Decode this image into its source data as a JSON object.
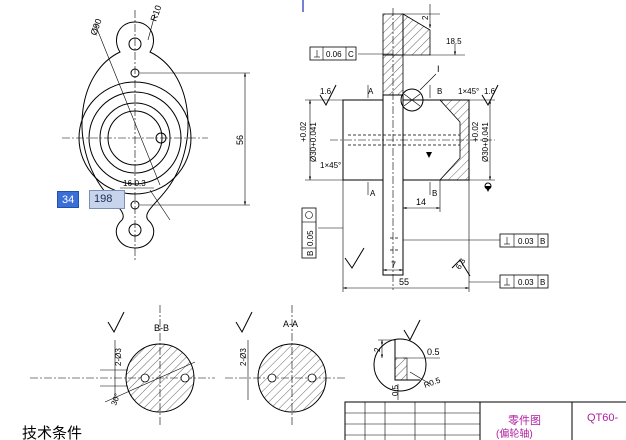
{
  "left_view": {
    "dim_phi": "Ø90",
    "dim_r": "R10",
    "dim_56": "56",
    "dim_holes": "16-0.3"
  },
  "editor": {
    "field_a_value": "34",
    "field_b_value": "198"
  },
  "section_view": {
    "tol_c_value": "0.06",
    "tol_c_datum": "C",
    "dim_2": "2",
    "dim_185": "18.5",
    "label_I": "I",
    "label_A_top": "A",
    "label_B_top": "B",
    "label_A_bot": "A",
    "label_B_bot": "B",
    "chamfer_right": "1×45°",
    "chamfer_left": "1×45°",
    "rough_left": "1.6",
    "rough_right": "1.6",
    "dia_left_upper": "+0.02",
    "dia_left_lower": "Ø30+0.041",
    "dia_right_upper": "+0.02",
    "dia_right_lower": "Ø30+0.041",
    "dim_14": "14",
    "dim_7": "7",
    "dim_55": "55",
    "rough_63": "6.3",
    "tol_b_left_value": "0.05",
    "tol_b_left_datum": "B",
    "tol_b_mid_value": "0.03",
    "tol_b_mid_datum": "B",
    "tol_b_bot_value": "0.03",
    "tol_b_bot_datum": "B"
  },
  "section_bb": {
    "title": "B-B",
    "dim_depth": "2-Ø3",
    "dim_angle": "30°"
  },
  "section_aa": {
    "title": "A-A",
    "dim_depth": "2-Ø3"
  },
  "detail": {
    "dim_2": "2",
    "dim_05_top": "0.5",
    "dim_05_left": "0.5",
    "dim_r05": "R0.5"
  },
  "title_block": {
    "part_label": "零件图",
    "part_name": "(偏轮轴)",
    "material": "QT60-"
  },
  "tech_req": {
    "heading": "技术条件"
  }
}
